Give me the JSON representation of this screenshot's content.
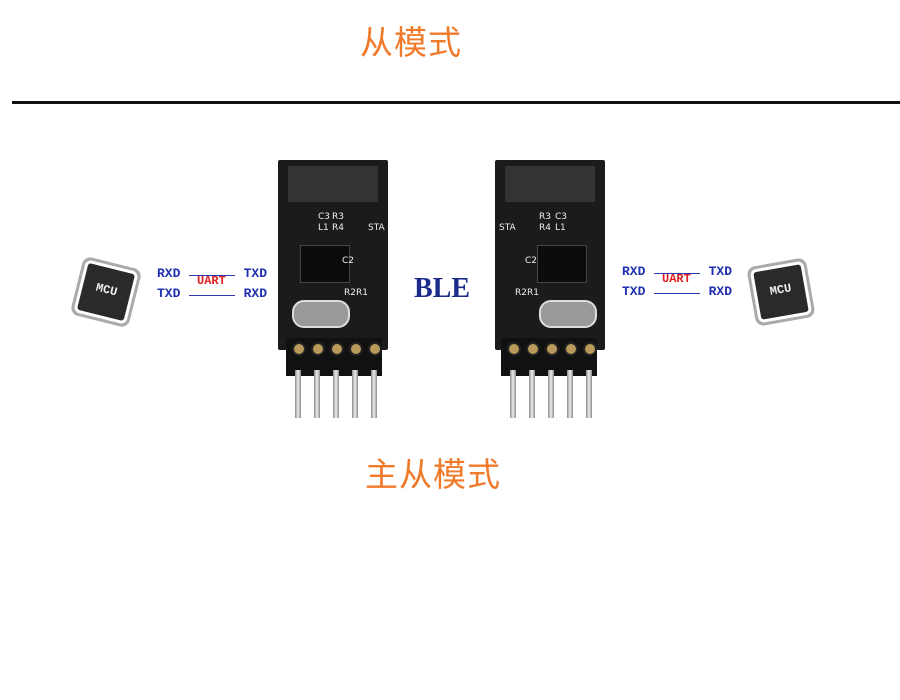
{
  "slide": {
    "title_top": "从模式",
    "title_bottom": "主从模式",
    "center_label": "BLE",
    "title_color": "#f07a2a",
    "center_label_color": "#1c2a8c"
  },
  "left_side": {
    "mcu_label": "MCU",
    "uart": {
      "row1_left": "RXD",
      "row1_right": "TXD",
      "row2_left": "TXD",
      "row2_right": "RXD",
      "label": "UART"
    }
  },
  "right_side": {
    "mcu_label": "MCU",
    "uart": {
      "row1_left": "RXD",
      "row1_right": "TXD",
      "row2_left": "TXD",
      "row2_right": "RXD",
      "label": "UART"
    }
  },
  "module_silkscreen": {
    "c3": "C3",
    "r3": "R3",
    "l1": "L1",
    "r4": "R4",
    "sta": "STA",
    "c2": "C2",
    "r2r1": "R2R1"
  }
}
